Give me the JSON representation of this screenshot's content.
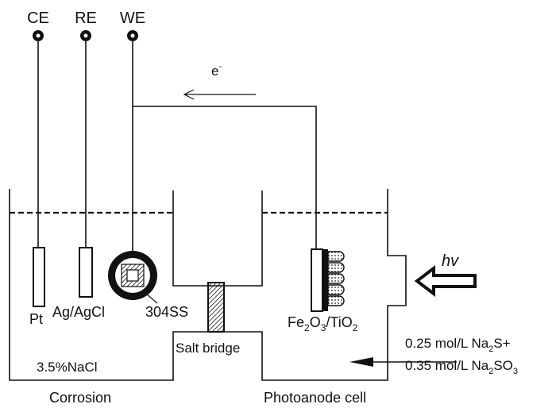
{
  "terminals": {
    "ce": "CE",
    "re": "RE",
    "we": "WE"
  },
  "electron_label": "e",
  "electron_sup": "-",
  "cell_labels": {
    "pt": "Pt",
    "ag_agcl": "Ag/AgCl",
    "steel": "304SS",
    "salt_bridge": "Salt bridge",
    "nacl": "3.5%NaCl",
    "corrosion": "Corrosion",
    "photoanode": "Photoanode cell",
    "hv": "hv"
  },
  "photoanode_material": {
    "fe": "Fe",
    "fe_sub": "2",
    "o": "O",
    "o_sub": "3",
    "slash_ti": "/TiO",
    "ti_sub": "2"
  },
  "electrolyte": {
    "line1_a": "0.25 mol/L Na",
    "line1_sub": "2",
    "line1_b": "S+",
    "line2_a": "0.35 mol/L Na",
    "line2_sub": "2",
    "line2_b": "SO",
    "line2_sub2": "3"
  }
}
